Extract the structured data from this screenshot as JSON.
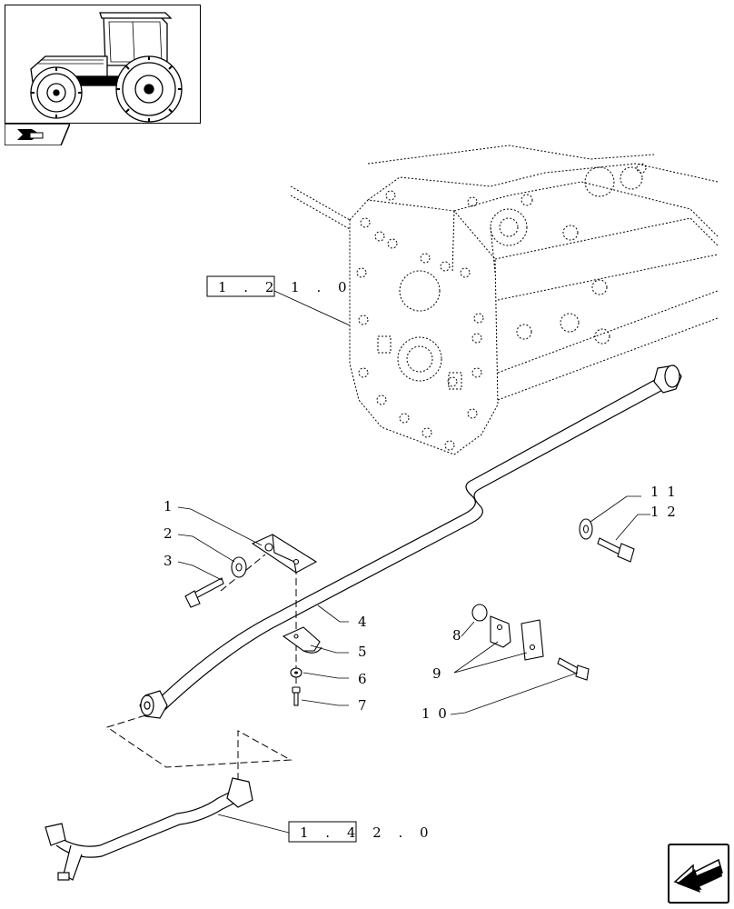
{
  "diagram": {
    "references": [
      {
        "id": "ref-1-21-0",
        "text": "1 . 2 1 . 0"
      },
      {
        "id": "ref-1-42-0",
        "text": "1 . 4 2 . 0"
      }
    ],
    "callouts": [
      "1",
      "2",
      "3",
      "4",
      "5",
      "6",
      "7",
      "8",
      "9",
      "1 0",
      "1 1",
      "1 2"
    ]
  },
  "thumbnail": {
    "icon": "tractor-icon"
  },
  "navigation": {
    "icon": "previous-page-arrow-icon"
  }
}
